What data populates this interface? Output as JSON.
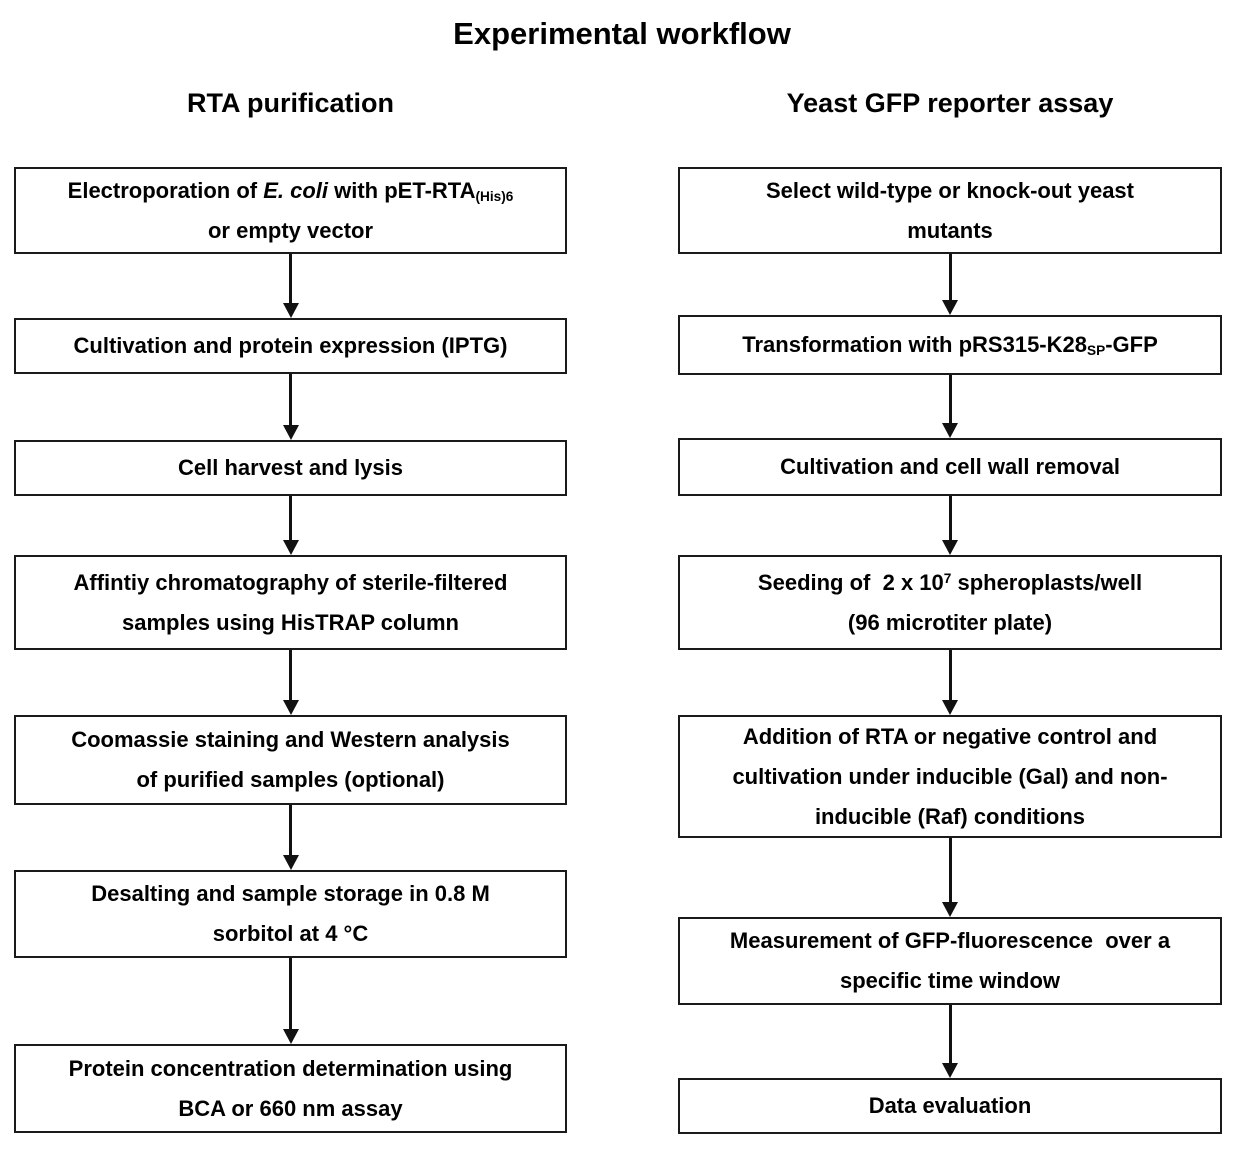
{
  "title": "Experimental workflow",
  "colors": {
    "text": "#000000",
    "box_border": "#1a1a1a",
    "background": "#ffffff"
  },
  "columns": [
    {
      "header": "RTA purification",
      "boxes": [
        {
          "lines": [
            [
              {
                "t": "Electroporation of "
              },
              {
                "t": "E. coli",
                "s": "i"
              },
              {
                "t": " with pET-RTA"
              },
              {
                "t": "(His)6",
                "s": "sub"
              }
            ],
            [
              {
                "t": "or empty vector"
              }
            ]
          ]
        },
        {
          "lines": [
            [
              {
                "t": "Cultivation and protein expression (IPTG)"
              }
            ]
          ]
        },
        {
          "lines": [
            [
              {
                "t": "Cell harvest and lysis"
              }
            ]
          ]
        },
        {
          "lines": [
            [
              {
                "t": "Affintiy chromatography of sterile-filtered"
              }
            ],
            [
              {
                "t": "samples using HisTRAP column"
              }
            ]
          ]
        },
        {
          "lines": [
            [
              {
                "t": "Coomassie staining and Western analysis"
              }
            ],
            [
              {
                "t": "of purified samples (optional)"
              }
            ]
          ]
        },
        {
          "lines": [
            [
              {
                "t": "Desalting and sample storage in 0.8 M"
              }
            ],
            [
              {
                "t": "sorbitol at 4 °C"
              }
            ]
          ]
        },
        {
          "lines": [
            [
              {
                "t": "Protein concentration determination using"
              }
            ],
            [
              {
                "t": "BCA or 660 nm assay"
              }
            ]
          ]
        }
      ]
    },
    {
      "header": "Yeast GFP reporter assay",
      "boxes": [
        {
          "lines": [
            [
              {
                "t": "Select wild-type or knock-out yeast"
              }
            ],
            [
              {
                "t": "mutants"
              }
            ]
          ]
        },
        {
          "lines": [
            [
              {
                "t": "Transformation with pRS315-K28"
              },
              {
                "t": "SP",
                "s": "sub"
              },
              {
                "t": "-GFP"
              }
            ]
          ]
        },
        {
          "lines": [
            [
              {
                "t": "Cultivation and cell wall removal"
              }
            ]
          ]
        },
        {
          "lines": [
            [
              {
                "t": "Seeding of  2 x 10"
              },
              {
                "t": "7",
                "s": "sup"
              },
              {
                "t": " spheroplasts/well"
              }
            ],
            [
              {
                "t": "(96 microtiter plate)"
              }
            ]
          ]
        },
        {
          "lines": [
            [
              {
                "t": "Addition of RTA or negative control and"
              }
            ],
            [
              {
                "t": "cultivation under inducible (Gal) and non-"
              }
            ],
            [
              {
                "t": "inducible (Raf) conditions"
              }
            ]
          ]
        },
        {
          "lines": [
            [
              {
                "t": "Measurement of GFP-fluorescence  over a"
              }
            ],
            [
              {
                "t": "specific time window"
              }
            ]
          ]
        },
        {
          "lines": [
            [
              {
                "t": "Data evaluation"
              }
            ]
          ]
        }
      ]
    }
  ]
}
